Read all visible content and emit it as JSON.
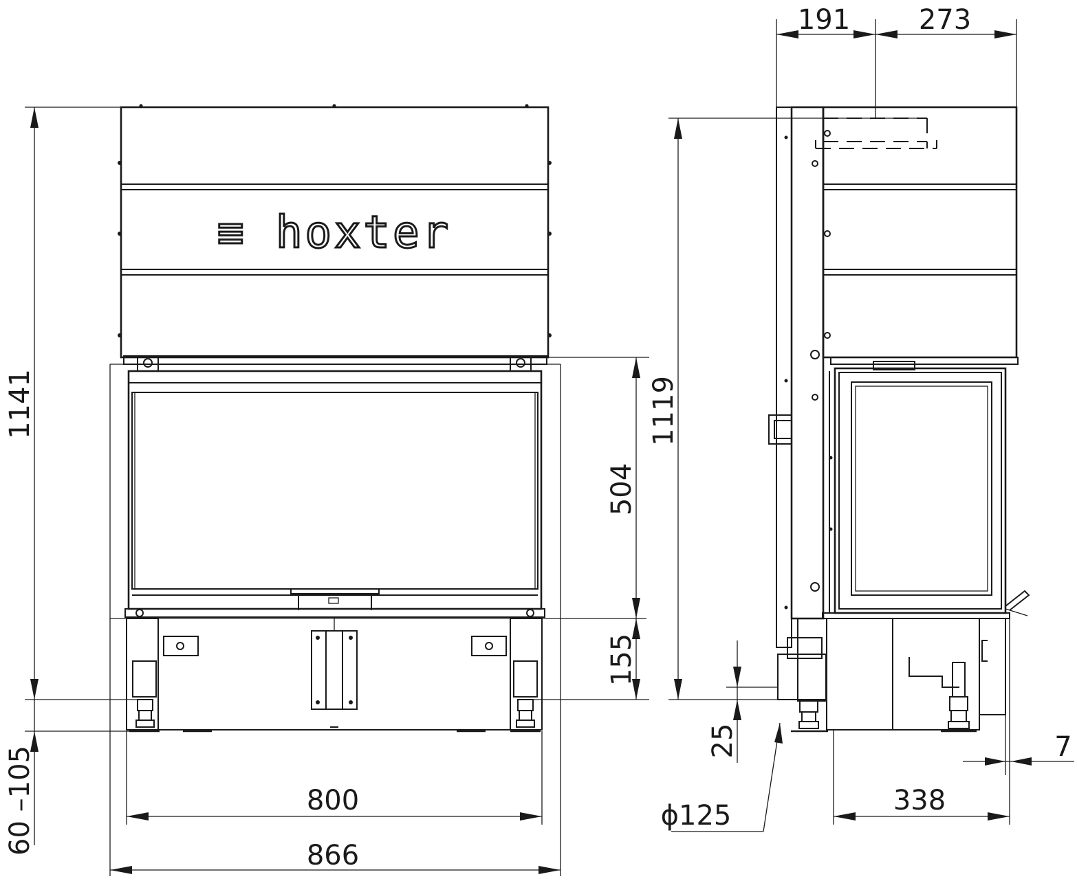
{
  "brand": {
    "logo_text": "≡ hoxter"
  },
  "front_view": {
    "dimensions": {
      "total_height": "1141",
      "firebox_height": "504",
      "base_height": "155",
      "leg_adjust": "60 –105",
      "inner_width": "800",
      "outer_width": "866"
    }
  },
  "side_view": {
    "dimensions": {
      "top_left": "191",
      "top_right": "273",
      "flue_height": "1119",
      "leg_offset": "25",
      "flue_diameter": "ϕ125",
      "depth": "338",
      "glass_offset": "7"
    }
  },
  "colors": {
    "line": "#1a1a1a",
    "background": "#ffffff"
  }
}
